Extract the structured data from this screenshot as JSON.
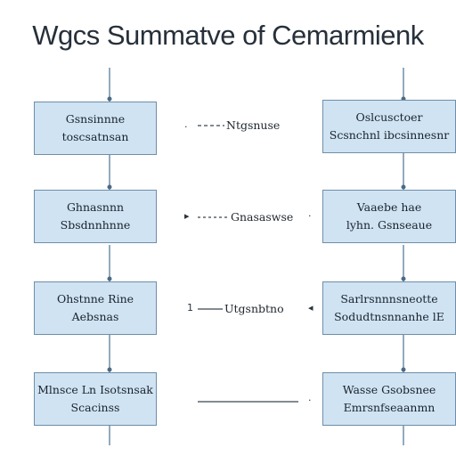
{
  "title": "Wgcs Summatve of Cemarmienk",
  "left_boxes": [
    {
      "line1": "Gsnsinnne",
      "line2": "toscsatnsan"
    },
    {
      "line1": "Ghnasnnn",
      "line2": "Sbsdnnhnne"
    },
    {
      "line1": "Ohstnne Rine",
      "line2": "Aebsnas"
    },
    {
      "line1": "Mlnsce Ln Isotsnsak",
      "line2": "Scacinss"
    }
  ],
  "right_boxes": [
    {
      "line1": "Oslcusctoer",
      "line2": "Scsnchnl ibcsinnesnr"
    },
    {
      "line1": "Vaaebe hae",
      "line2": "lyhn. Gsnseaue"
    },
    {
      "line1": "Sarlrsnnnsneotte",
      "line2": "Sodudtnsnnanhe lE"
    },
    {
      "line1": "Wasse Gsobsnee",
      "line2": "Emrsnfseaanmn"
    }
  ],
  "connectors": [
    {
      "label": "Ntgsnuse",
      "left_mark": ". ",
      "right_mark": ""
    },
    {
      "label": "Gnasaswse",
      "left_mark": "▸",
      "right_mark": "·"
    },
    {
      "label": "Utgsnbtno",
      "left_mark": "1",
      "right_mark": "◂"
    },
    {
      "label": "",
      "left_mark": "",
      "right_mark": ""
    }
  ]
}
